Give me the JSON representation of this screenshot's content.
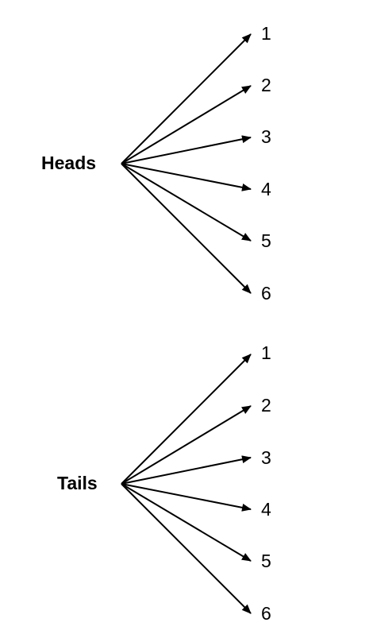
{
  "colors": {
    "ink": "#000000",
    "background": "#ffffff"
  },
  "trees": [
    {
      "root_label": "Heads",
      "outcomes": [
        "1",
        "2",
        "3",
        "4",
        "5",
        "6"
      ]
    },
    {
      "root_label": "Tails",
      "outcomes": [
        "1",
        "2",
        "3",
        "4",
        "5",
        "6"
      ]
    }
  ]
}
